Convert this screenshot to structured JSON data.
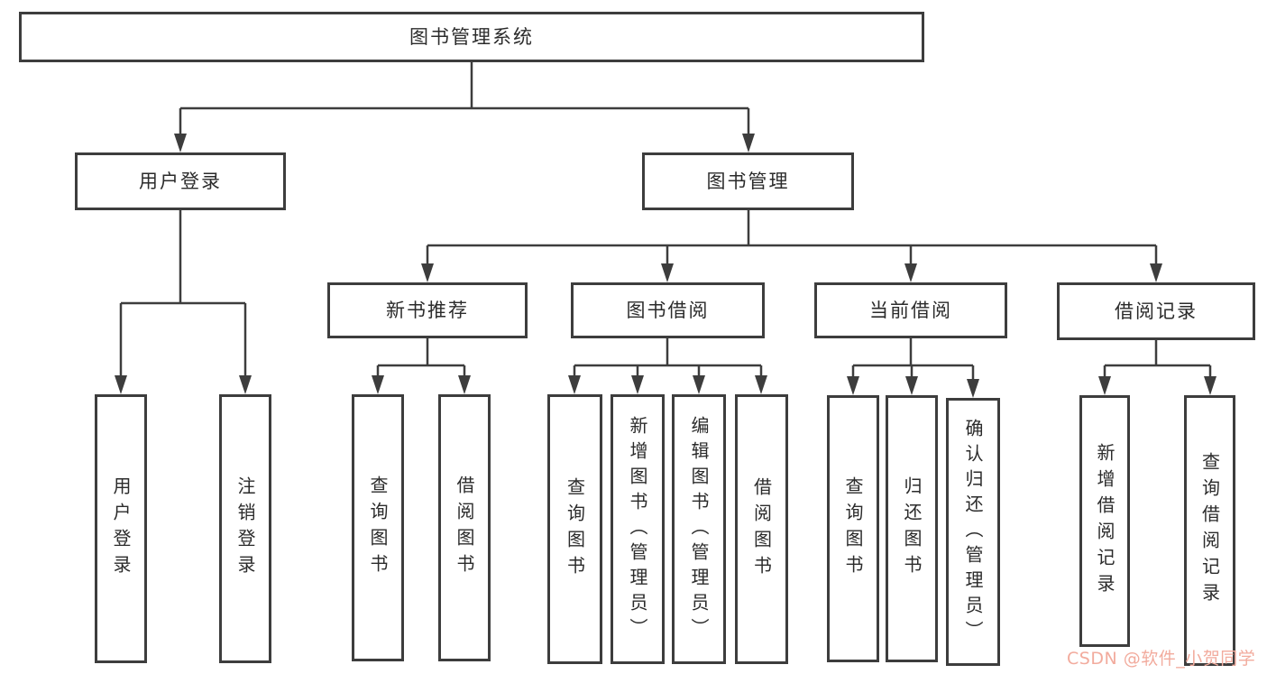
{
  "diagram": {
    "title": "图书管理系统",
    "colors": {
      "line": "#3d3d3d",
      "box_border": "#3d3d3d",
      "box_background": "#ffffff",
      "text": "#2b2b2b",
      "watermark": "#f2ab9d"
    },
    "level2": [
      {
        "label": "用户登录",
        "parent": "图书管理系统"
      },
      {
        "label": "图书管理",
        "parent": "图书管理系统"
      }
    ],
    "level3": [
      {
        "label": "新书推荐",
        "parent": "图书管理"
      },
      {
        "label": "图书借阅",
        "parent": "图书管理"
      },
      {
        "label": "当前借阅",
        "parent": "图书管理"
      },
      {
        "label": "借阅记录",
        "parent": "图书管理"
      }
    ],
    "leaves": [
      {
        "label": "用户登录",
        "parent": "用户登录"
      },
      {
        "label": "注销登录",
        "parent": "用户登录"
      },
      {
        "label": "查询图书",
        "parent": "新书推荐"
      },
      {
        "label": "借阅图书",
        "parent": "新书推荐"
      },
      {
        "label": "查询图书",
        "parent": "图书借阅"
      },
      {
        "label": "新增图书（管理员）",
        "parent": "图书借阅"
      },
      {
        "label": "编辑图书（管理员）",
        "parent": "图书借阅"
      },
      {
        "label": "借阅图书",
        "parent": "图书借阅"
      },
      {
        "label": "查询图书",
        "parent": "当前借阅"
      },
      {
        "label": "归还图书",
        "parent": "当前借阅"
      },
      {
        "label": "确认归还（管理员）",
        "parent": "当前借阅"
      },
      {
        "label": "新增借阅记录",
        "parent": "借阅记录"
      },
      {
        "label": "查询借阅记录",
        "parent": "借阅记录"
      }
    ],
    "watermark": "CSDN @软件_小贺同学"
  }
}
